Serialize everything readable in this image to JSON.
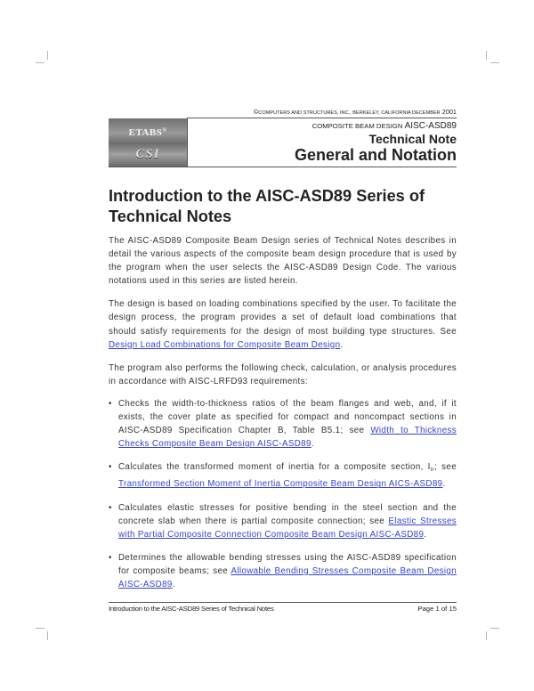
{
  "header": {
    "copyright_symbol": "©",
    "copyright_company": "Computers and Structures, Inc.",
    "copyright_location": ", Berkeley, California",
    "copyright_month": " December",
    "copyright_year": " 2001",
    "logo_top": "ETABS",
    "logo_reg": "®",
    "logo_bottom": "CSI",
    "subtitle_smallcaps": "Composite Beam Design",
    "subtitle_code": " AISC-ASD89",
    "note_type": "Technical Note",
    "note_title": "General and Notation"
  },
  "document": {
    "heading": "Introduction to the AISC-ASD89 Series of Technical Notes",
    "paragraph1": "The AISC-ASD89 Composite Beam Design series of Technical Notes describes in detail the various aspects of the composite beam design procedure that is used by the program when the user selects the AISC-ASD89 Design Code. The various notations used in this series are listed herein.",
    "paragraph2_text": "The design is based on loading combinations specified by the user. To facilitate the design process, the program provides a set of default load combinations that should satisfy requirements for the design of most building type structures. See ",
    "paragraph2_link": "Design Load Combinations for Composite Beam Design",
    "paragraph2_end": ".",
    "paragraph3": "The program also performs the following check, calculation, or analysis procedures in accordance with AISC-LRFD93 requirements:",
    "bullets": [
      {
        "symbol": "•",
        "text": "Checks the width-to-thickness ratios of the beam flanges and web, and, if it exists, the cover plate as specified for compact and noncompact sections in AISC-ASD89 Specification Chapter B, Table B5.1; see ",
        "link": "Width to Thickness Checks Composite Beam Design AISC-ASD89",
        "end": "."
      },
      {
        "symbol": "•",
        "text": "Calculates the transformed moment of inertia for a composite section, I",
        "subscript": "tr",
        "text_after": "; see ",
        "link": "Transformed Section Moment of Inertia Composite Beam Design AICS-ASD89",
        "end": "."
      },
      {
        "symbol": "•",
        "text": "Calculates elastic stresses for positive bending in the steel section and the concrete slab when there is partial composite connection; see ",
        "link": "Elastic Stresses with Partial Composite Connection Composite Beam Design AISC-ASD89",
        "end": "."
      },
      {
        "symbol": "•",
        "text": "Determines the allowable bending stresses using the AISC-ASD89 specification for composite beams; see ",
        "link": "Allowable Bending Stresses Composite Beam Design AISC-ASD89",
        "end": "."
      }
    ]
  },
  "footer": {
    "left": "Introduction to the AISC-ASD89 Series of Technical Notes",
    "right": "Page 1 of 15"
  },
  "colors": {
    "link": "#3344cc",
    "text": "#333333",
    "rule": "#555555"
  }
}
